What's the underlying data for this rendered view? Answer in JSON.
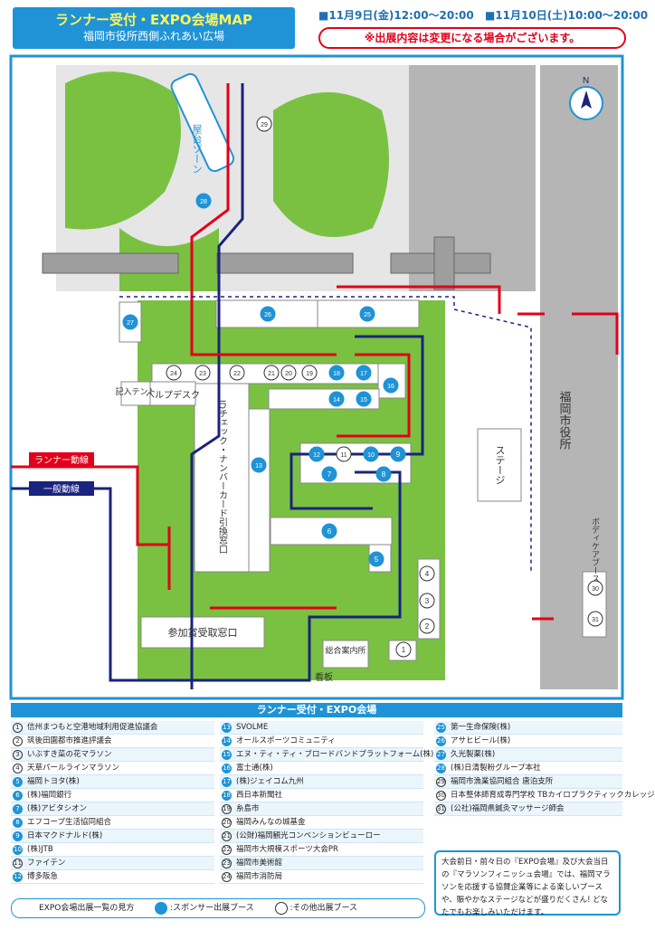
{
  "header": {
    "title": "ランナー受付・EXPO会場MAP",
    "location": "福岡市役所西側ふれあい広場",
    "date1": "■11月9日(金)12:00〜20:00",
    "date2": "■11月10日(土)10:00〜20:00",
    "notice": "※出展内容は変更になる場合がございます。"
  },
  "map": {
    "yatai_zone": "屋台ゾーン",
    "city_hall": "福岡市役所",
    "stage": "ステージ",
    "runner_flow": "ランナー動線",
    "general_flow": "一般動線",
    "kinyu_tent": "記入テント",
    "help_desk": "ヘルプデスク",
    "id_check": "IDチェック・ナンバーカード引換窓口",
    "prize_window": "参加賞受取窓口",
    "info_center": "総合案内所",
    "signboard": "看板",
    "body_care": "ボディケアブース",
    "north": "N",
    "colors": {
      "blue": "#1f93d6",
      "green": "#7ac142",
      "darkgreen": "#57a83a",
      "red": "#e2001a",
      "navy": "#1a237e",
      "gray": "#b5b5b5"
    }
  },
  "table": {
    "heading": "ランナー受付・EXPO会場",
    "col1": [
      {
        "n": "1",
        "type": "other",
        "name": "信州まつもと空港地域利用促進協議会"
      },
      {
        "n": "2",
        "type": "other",
        "name": "筑後田園都市推進評議会"
      },
      {
        "n": "3",
        "type": "other",
        "name": "いぶすき菜の花マラソン"
      },
      {
        "n": "4",
        "type": "other",
        "name": "天草パールラインマラソン"
      },
      {
        "n": "5",
        "type": "sponsor",
        "name": "福岡トヨタ(株)"
      },
      {
        "n": "6",
        "type": "sponsor",
        "name": "(株)福岡銀行"
      },
      {
        "n": "7",
        "type": "sponsor",
        "name": "(株)アビタシオン"
      },
      {
        "n": "8",
        "type": "sponsor",
        "name": "エフコープ生活協同組合"
      },
      {
        "n": "9",
        "type": "sponsor",
        "name": "日本マクドナルド(株)"
      },
      {
        "n": "10",
        "type": "sponsor",
        "name": "(株)JTB"
      },
      {
        "n": "11",
        "type": "other",
        "name": "ファイテン"
      },
      {
        "n": "12",
        "type": "sponsor",
        "name": "博多阪急"
      }
    ],
    "col2": [
      {
        "n": "13",
        "type": "sponsor",
        "name": "SVOLME"
      },
      {
        "n": "14",
        "type": "sponsor",
        "name": "オールスポーツコミュニティ"
      },
      {
        "n": "15",
        "type": "sponsor",
        "name": "エヌ・ティ・ティ・ブロードバンドプラットフォーム(株)"
      },
      {
        "n": "16",
        "type": "sponsor",
        "name": "富士通(株)"
      },
      {
        "n": "17",
        "type": "sponsor",
        "name": "(株)ジェイコム九州"
      },
      {
        "n": "18",
        "type": "sponsor",
        "name": "西日本新聞社"
      },
      {
        "n": "19",
        "type": "other",
        "name": "糸島市"
      },
      {
        "n": "20",
        "type": "other",
        "name": "福岡みんなの城基金"
      },
      {
        "n": "21",
        "type": "other",
        "name": "(公財)福岡観光コンベンションビューロー"
      },
      {
        "n": "22",
        "type": "other",
        "name": "福岡市大規模スポーツ大会PR"
      },
      {
        "n": "23",
        "type": "other",
        "name": "福岡市美術館"
      },
      {
        "n": "24",
        "type": "other",
        "name": "福岡市消防局"
      }
    ],
    "col3": [
      {
        "n": "25",
        "type": "sponsor",
        "name": "第一生命保険(株)"
      },
      {
        "n": "26",
        "type": "sponsor",
        "name": "アサヒビール(株)"
      },
      {
        "n": "27",
        "type": "sponsor",
        "name": "久光製薬(株)"
      },
      {
        "n": "28",
        "type": "sponsor",
        "name": "(株)日清製粉グループ本社"
      },
      {
        "n": "29",
        "type": "other",
        "name": "福岡市漁業協同組合 唐泊支所"
      },
      {
        "n": "30",
        "type": "other",
        "name": "日本整体師育成専門学校 TBカイロプラクティックカレッジ"
      },
      {
        "n": "31",
        "type": "other",
        "name": "(公社)福岡県鍼灸マッサージ師会"
      }
    ]
  },
  "note": "大会前日・前々日の『EXPO会場』及び大会当日の『マラソンフィニッシュ会場』では、福岡マラソンを応援する協賛企業等による楽しいブースや、賑やかなステージなどが盛りだくさん! どなたでもお楽しみいただけます。",
  "legend": {
    "label": "EXPO会場出展一覧の見方",
    "sponsor": ":スポンサー出展ブース",
    "other": ":その他出展ブース"
  }
}
